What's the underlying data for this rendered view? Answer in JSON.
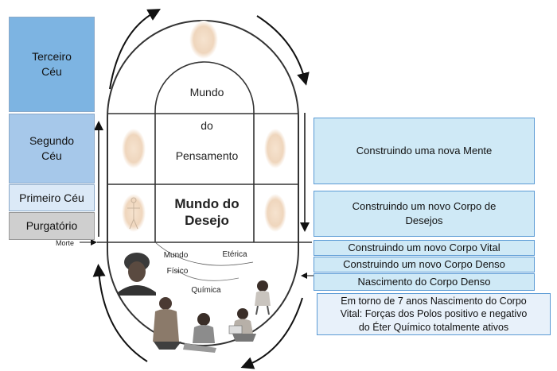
{
  "left_regions": {
    "terceiro_ceu": "Terceiro\nCéu",
    "segundo_ceu": "Segundo\nCéu",
    "primeiro_ceu": "Primeiro Céu",
    "purgatorio": "Purgatório"
  },
  "center_labels": {
    "mundo": "Mundo",
    "do": "do",
    "pensamento": "Pensamento",
    "mundo_do_desejo": "Mundo do\nDesejo",
    "morte": "Morte",
    "mundo_fisico": "Mundo",
    "etherica": "Etérica",
    "fisico": "Físico",
    "quimica": "Química"
  },
  "right_stages": {
    "nova_mente": "Construindo uma nova Mente",
    "corpo_desejos": "Construindo um novo Corpo de\nDesejos",
    "corpo_vital": "Construindo um novo Corpo Vital",
    "corpo_denso": "Construindo um novo Corpo Denso",
    "nascimento": "Nascimento do Corpo Denso",
    "sete_anos": "Em torno de 7 anos Nascimento do Corpo\nVital: Forças dos Polos positivo e negativo\ndo Éter Químico totalmente ativos"
  },
  "colors": {
    "terceiro": "#7db4e2",
    "segundo": "#a6c8ea",
    "primeiro": "#dbe9f7",
    "purgatorio": "#cfcfcf",
    "right_box": "#cfe9f6"
  }
}
